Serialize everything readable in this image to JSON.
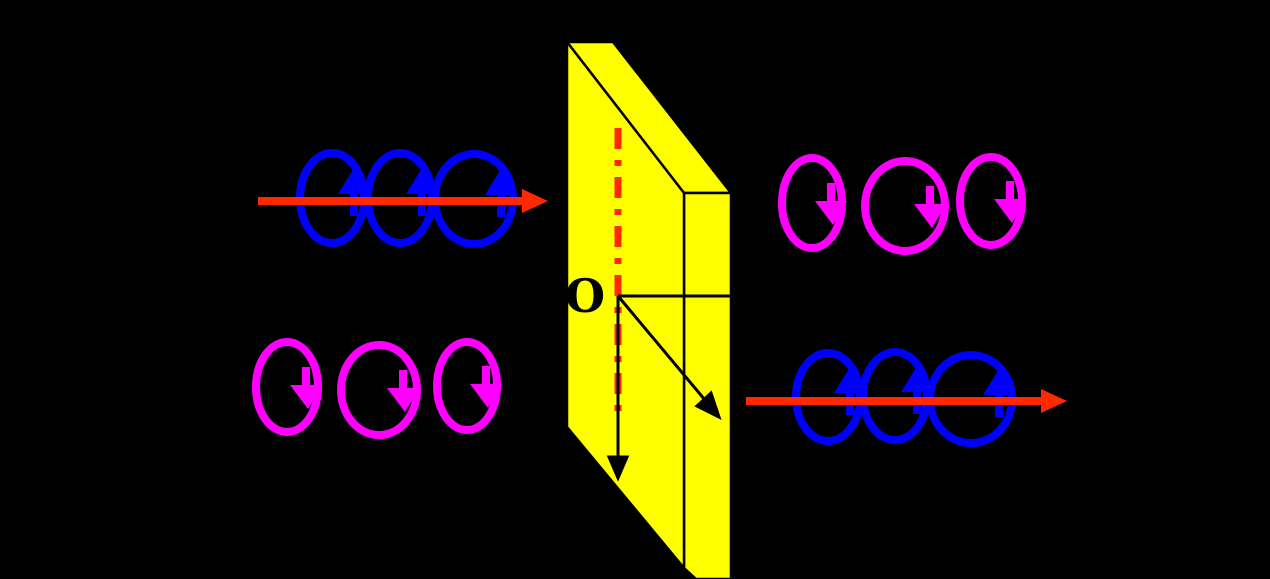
{
  "diagram": {
    "type": "optics-wave-plate-circular-polarization",
    "origin_label": "O",
    "colors": {
      "background": "#000000",
      "plate_fill": "#ffff00",
      "plate_edge": "#000000",
      "optic_axis": "#ff2800",
      "beam_arrow": "#ff2800",
      "blue_polarization": "#0000ff",
      "magenta_polarization": "#ff00ff",
      "ray_lines": "#000000"
    },
    "plate": {
      "origin_label": "O",
      "optic_axis_style": "dash-dot",
      "internal_rays": [
        "horizontal-line",
        "diagonal-arrow",
        "vertical-arrow"
      ]
    },
    "beams": [
      {
        "id": "incident-top",
        "position": "upper-left",
        "loop_color": "blue_polarization",
        "spin": "up",
        "loop_count": 3,
        "propagation_arrow": "right"
      },
      {
        "id": "transmitted-top",
        "position": "upper-right",
        "loop_color": "magenta_polarization",
        "spin": "down",
        "loop_count": 3,
        "propagation_arrow": null
      },
      {
        "id": "incident-bottom",
        "position": "lower-left",
        "loop_color": "magenta_polarization",
        "spin": "down",
        "loop_count": 3,
        "propagation_arrow": null
      },
      {
        "id": "transmitted-bottom",
        "position": "lower-right",
        "loop_color": "blue_polarization",
        "spin": "up",
        "loop_count": 3,
        "propagation_arrow": "right"
      }
    ]
  }
}
